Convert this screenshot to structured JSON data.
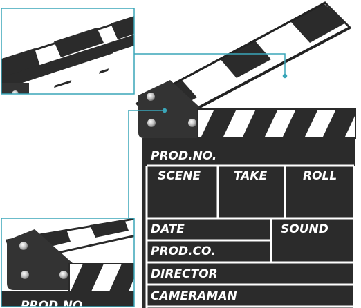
{
  "slate": {
    "row1": {
      "prod_no": "PROD.NO."
    },
    "row2": {
      "scene": "SCENE",
      "take": "TAKE",
      "roll": "ROLL"
    },
    "row3": {
      "date": "DATE",
      "sound": "SOUND"
    },
    "row4": {
      "prod_co": "PROD.CO."
    },
    "row5": {
      "director": "DIRECTOR"
    },
    "row6": {
      "cameraman": "CAMERAMAN"
    }
  },
  "inset_bottom": {
    "partial_label": "PROD.NO."
  },
  "colors": {
    "board": "#2b2b2b",
    "board_dark": "#1e1e1e",
    "stripe_white": "#ffffff",
    "hinge": "#333333",
    "screw": "#c8c8c8",
    "callout_line": "#3aa6b9",
    "inset_border": "#3aa6b9"
  }
}
